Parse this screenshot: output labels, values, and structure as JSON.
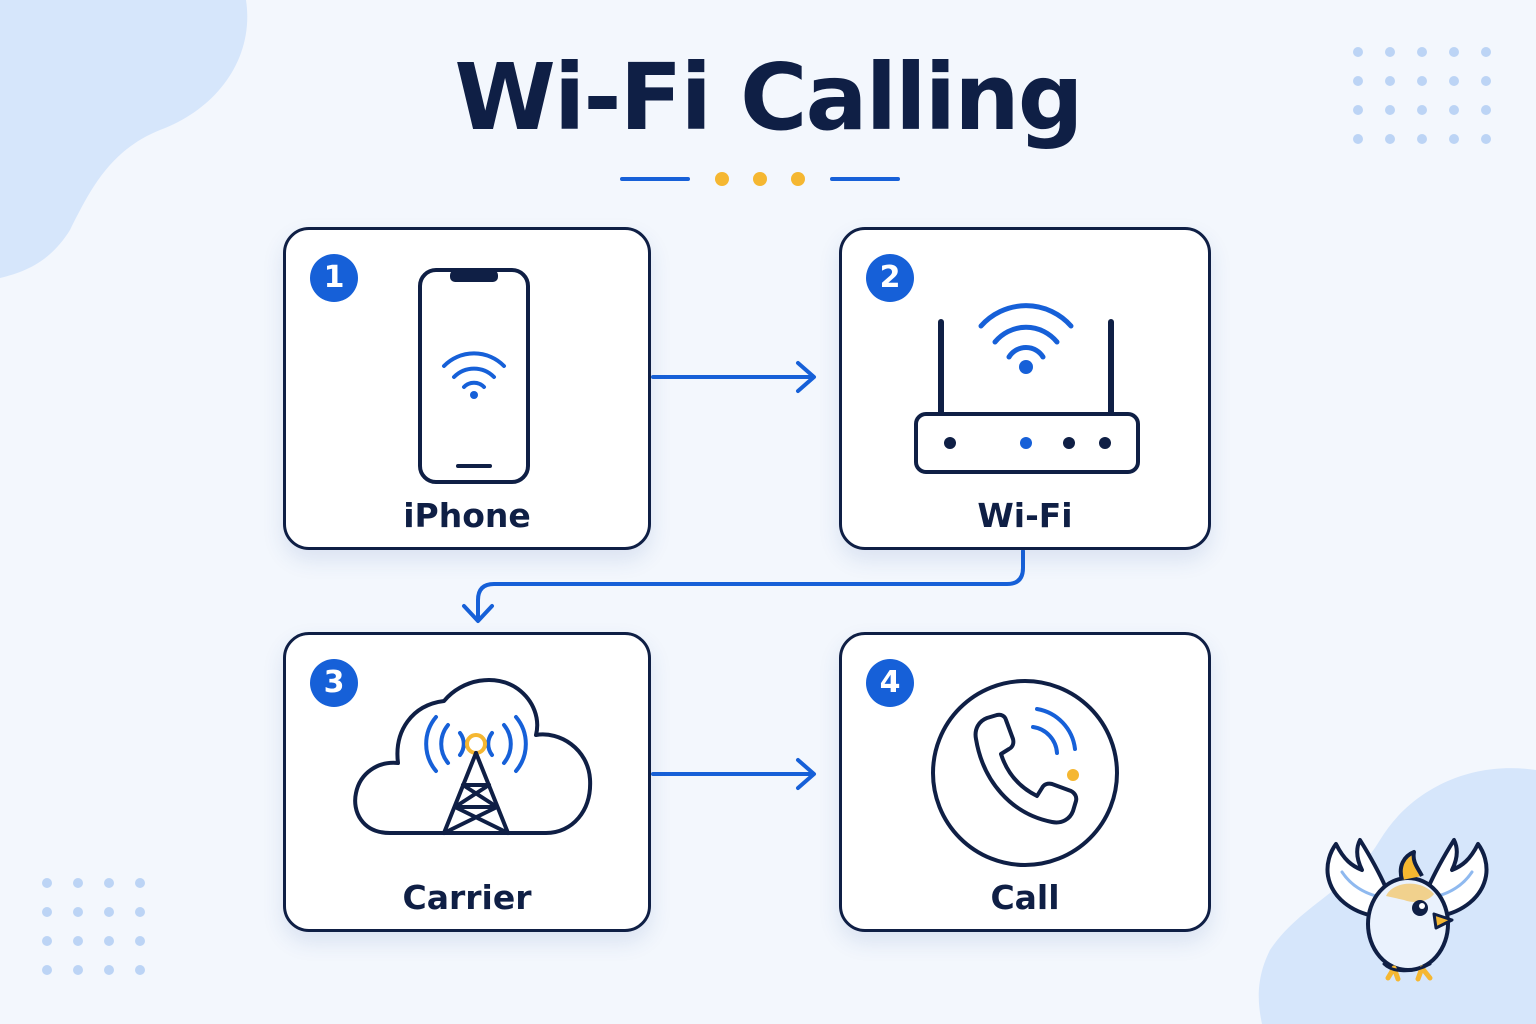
{
  "title": "Wi-Fi Calling",
  "colors": {
    "navy": "#0f1f45",
    "blue": "#1660d8",
    "accent_yellow": "#f5b731",
    "background": "#f3f7fd",
    "blob": "#d6e6fb"
  },
  "steps": [
    {
      "number": "1",
      "label": "iPhone",
      "icon": "iphone-icon"
    },
    {
      "number": "2",
      "label": "Wi-Fi",
      "icon": "router-icon"
    },
    {
      "number": "3",
      "label": "Carrier",
      "icon": "cell-tower-cloud-icon"
    },
    {
      "number": "4",
      "label": "Call",
      "icon": "phone-call-icon"
    }
  ],
  "mascot": {
    "icon": "bird-mascot-icon"
  }
}
